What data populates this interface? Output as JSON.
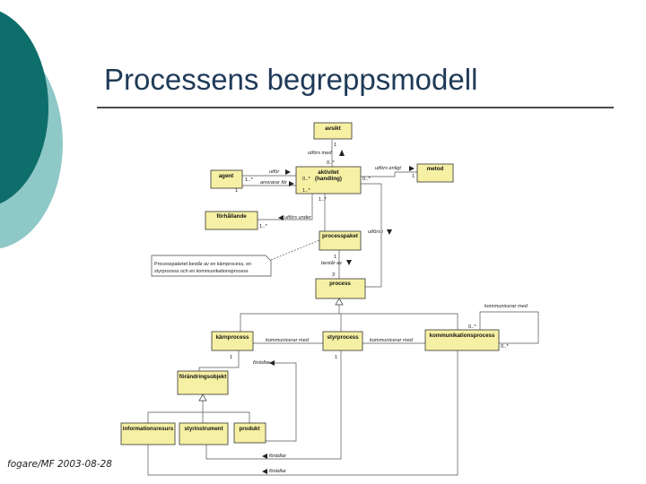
{
  "slide": {
    "title": "Processens begreppsmodell",
    "footer": "fogare/MF 2003-08-28"
  },
  "classes": [
    {
      "id": "avsikt",
      "name": "avsikt"
    },
    {
      "id": "agent",
      "name": "agent"
    },
    {
      "id": "aktivitet",
      "name": "aktivitet\n(handling)"
    },
    {
      "id": "metod",
      "name": "metod"
    },
    {
      "id": "forhallande",
      "name": "förhållande"
    },
    {
      "id": "processpaket",
      "name": "processpaket"
    },
    {
      "id": "process",
      "name": "process"
    },
    {
      "id": "karnprocess",
      "name": "kärnprocess"
    },
    {
      "id": "styrprocess",
      "name": "styrprocess"
    },
    {
      "id": "kommunikationsprocess",
      "name": "kommunikationsprocess"
    },
    {
      "id": "forandringsobjekt",
      "name": "förändringsobjekt"
    },
    {
      "id": "informationsresurs",
      "name": "informationsresurs"
    },
    {
      "id": "styrinstrument",
      "name": "styrinstrument"
    },
    {
      "id": "produkt",
      "name": "produkt"
    }
  ],
  "note": {
    "text": "Processpaketet består av en kärnprocess, en\nstyrprocess och en kommunikationsprocess"
  },
  "relations": [
    {
      "label": "utförs med",
      "mult": [
        "1",
        "0..*"
      ]
    },
    {
      "label": "utför",
      "mult": [
        "1..*",
        "0..*"
      ]
    },
    {
      "label": "ansvarar för",
      "mult": [
        "1",
        "1..*"
      ]
    },
    {
      "label": "utförs enligt",
      "mult": [
        "0..*",
        "1"
      ]
    },
    {
      "label": "utförs under",
      "mult": [
        "1..*",
        "1..*"
      ]
    },
    {
      "label": "utförs i",
      "mult": []
    },
    {
      "label": "består av",
      "mult": [
        "1",
        "3"
      ]
    },
    {
      "label": "kommunicerar med",
      "mult": [
        "0..*",
        "0..*"
      ]
    },
    {
      "label": "kommunicerar med",
      "mult": []
    },
    {
      "label": "kommunicerar med",
      "mult": []
    },
    {
      "label": "förädlar",
      "mult": [
        "1"
      ]
    },
    {
      "label": "förädlar",
      "mult": [
        "1"
      ]
    },
    {
      "label": "förädlar",
      "mult": []
    }
  ],
  "colors": {
    "teal_dark": "#0e6e6b",
    "teal_light": "#8ec8c7",
    "class_fill": "#f6f0a4",
    "title_color": "#1f3a57"
  }
}
